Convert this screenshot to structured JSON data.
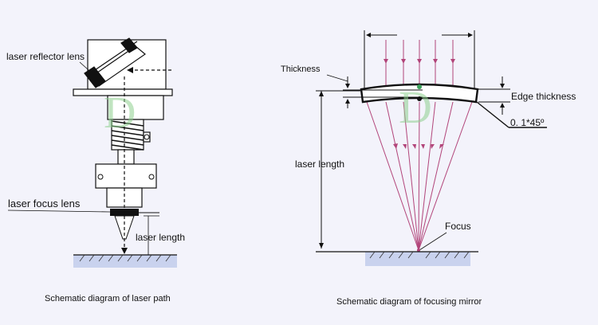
{
  "left_diagram": {
    "reflector_label": "laser reflector lens",
    "focus_lens_label": "laser focus lens",
    "length_label": "laser length",
    "caption": "Schematic diagram of laser path"
  },
  "right_diagram": {
    "thickness_label": "Thickness",
    "edge_thickness_label": "Edge thickness",
    "chamfer_label": "0. 1*45º",
    "length_label": "laser length",
    "focus_label": "Focus",
    "caption": "Schematic diagram of focusing mirror"
  },
  "colors": {
    "beam": "#b2457a",
    "watermark_green": "#8fd08f",
    "surface": "#c9d2ee",
    "line": "#111111"
  }
}
